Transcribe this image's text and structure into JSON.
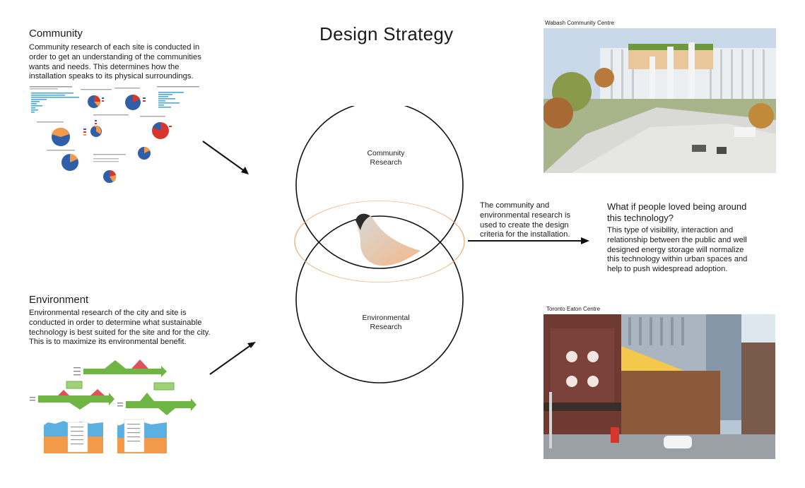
{
  "title": "Design Strategy",
  "community": {
    "heading": "Community",
    "body": "Community research of each site is conducted in order to get an understanding of the communities wants and needs. This determines how the installation speaks to its physical surroundings."
  },
  "environment": {
    "heading": "Environment",
    "body": "Environmental research of the city and site is conducted in order to determine what sustainable technology is best suited for the site and for the city. This is to maximize its environmental benefit."
  },
  "venn": {
    "top_label": "Community\nResearch",
    "bottom_label": "Environmental\nResearch"
  },
  "connector_text": "The community and environmental research is used to create the design criteria for the installation.",
  "question": {
    "heading": "What if people loved being around this technology?",
    "body": "This type of visibility, interaction and relationship between the public and well designed energy storage will normalize this technology within urban spaces and help to push widespread adoption."
  },
  "photos": {
    "wabash_caption": "Wabash Community Centre",
    "eaton_caption": "Toronto Eaton Centre"
  },
  "colors": {
    "accent_orange": "#f0b07a",
    "pie_blue": "#2f5fa8",
    "pie_red": "#d8362c",
    "bar_blue": "#4aa8e0",
    "diagram_green": "#6fb544",
    "area_orange": "#f29a4a",
    "area_blue": "#5ab0e0"
  }
}
